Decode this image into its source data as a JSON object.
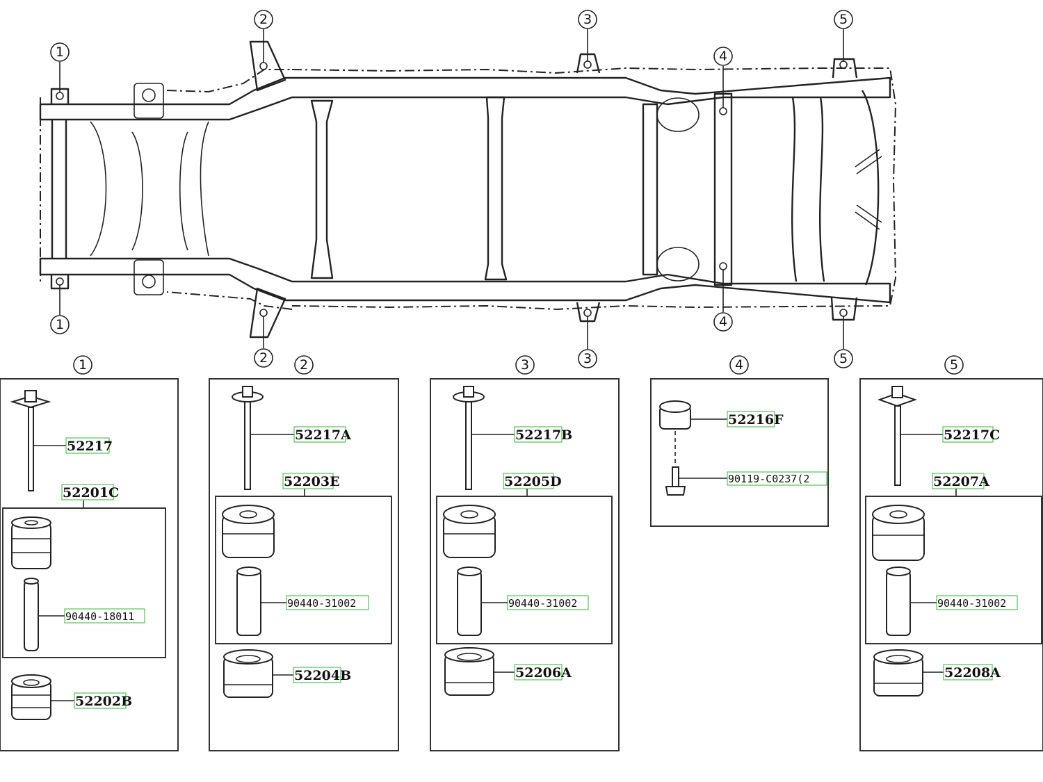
{
  "diagram": {
    "frame_callouts": [
      "1",
      "1",
      "2",
      "2",
      "3",
      "3",
      "4",
      "4",
      "5",
      "5"
    ],
    "groups": [
      {
        "number": "1",
        "bolt": "52217",
        "cushion_set": "52201C",
        "collar": "90440-18011",
        "lower_cushion": "52202B"
      },
      {
        "number": "2",
        "bolt": "52217A",
        "cushion_set": "52203E",
        "collar": "90440-31002",
        "lower_cushion": "52204B"
      },
      {
        "number": "3",
        "bolt": "52217B",
        "cushion_set": "52205D",
        "collar": "90440-31002",
        "lower_cushion": "52206A"
      },
      {
        "number": "4",
        "cushion": "52216F",
        "bolt": "90119-C0237(2"
      },
      {
        "number": "5",
        "bolt": "52217C",
        "cushion_set": "52207A",
        "collar": "90440-31002",
        "lower_cushion": "52208A"
      }
    ]
  }
}
